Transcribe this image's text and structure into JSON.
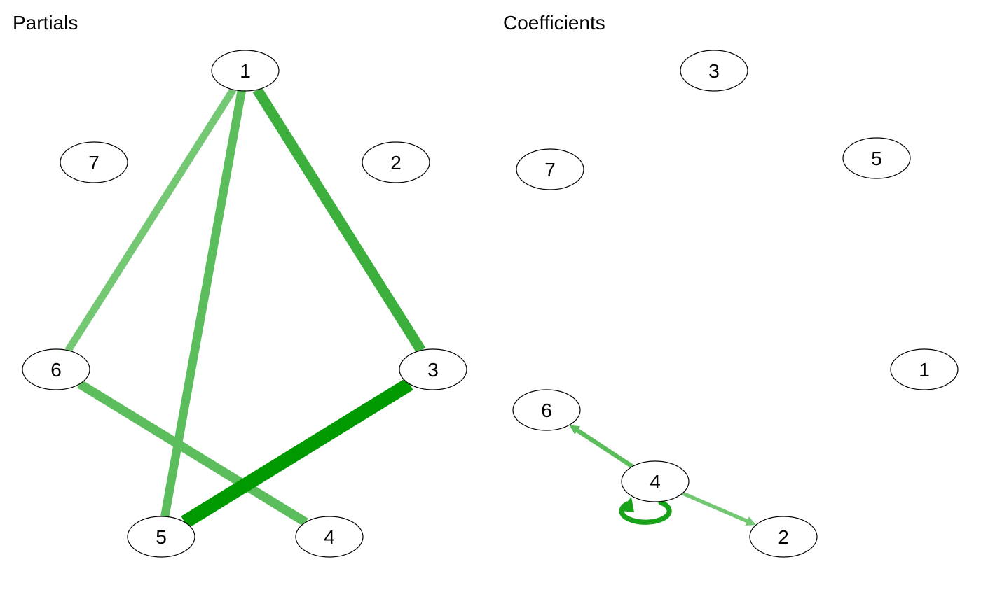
{
  "colors": {
    "node_fill": "#ffffff",
    "node_stroke": "#000000",
    "edge_strongest": "#009900",
    "edge_strong": "#3caf3c",
    "edge_medium": "#5bbd5b",
    "edge_light": "#74c874"
  },
  "panels": [
    {
      "title": "Partials",
      "graph_type": "undirected network",
      "nodes": [
        {
          "id": "1",
          "label": "1"
        },
        {
          "id": "2",
          "label": "2"
        },
        {
          "id": "3",
          "label": "3"
        },
        {
          "id": "4",
          "label": "4"
        },
        {
          "id": "5",
          "label": "5"
        },
        {
          "id": "6",
          "label": "6"
        },
        {
          "id": "7",
          "label": "7"
        }
      ],
      "edges": [
        {
          "from": "1",
          "to": "6",
          "weight": 0.45,
          "color": "#74c874"
        },
        {
          "from": "1",
          "to": "5",
          "weight": 0.55,
          "color": "#5bbd5b"
        },
        {
          "from": "1",
          "to": "3",
          "weight": 0.7,
          "color": "#3caf3c"
        },
        {
          "from": "6",
          "to": "4",
          "weight": 0.6,
          "color": "#5bbd5b"
        },
        {
          "from": "3",
          "to": "5",
          "weight": 1.0,
          "color": "#009900"
        }
      ]
    },
    {
      "title": "Coefficients",
      "graph_type": "directed network",
      "nodes": [
        {
          "id": "1",
          "label": "1"
        },
        {
          "id": "2",
          "label": "2"
        },
        {
          "id": "3",
          "label": "3"
        },
        {
          "id": "4",
          "label": "4"
        },
        {
          "id": "5",
          "label": "5"
        },
        {
          "id": "6",
          "label": "6"
        },
        {
          "id": "7",
          "label": "7"
        }
      ],
      "edges": [
        {
          "from": "4",
          "to": "6",
          "weight": 0.5,
          "color": "#5bbd5b",
          "directed": true
        },
        {
          "from": "4",
          "to": "2",
          "weight": 0.4,
          "color": "#74c874",
          "directed": true
        },
        {
          "from": "4",
          "to": "4",
          "weight": 0.9,
          "color": "#1aa11a",
          "directed": true,
          "self_loop": true
        }
      ]
    }
  ]
}
